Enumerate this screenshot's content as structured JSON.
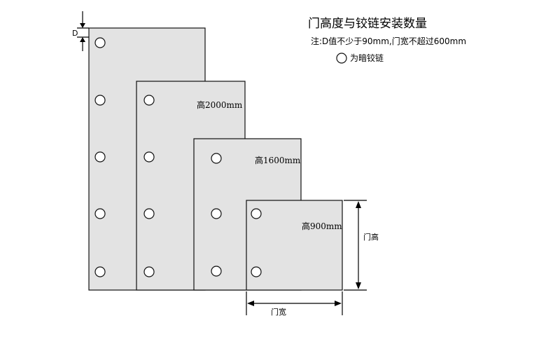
{
  "title": "门高度与铰链安装数量",
  "note": "注:D值不少于90mm,门宽不超过600mm",
  "legend": {
    "icon": "circle-icon",
    "label": "为暗铰链"
  },
  "dimension_d": "D",
  "doors": [
    {
      "label": "",
      "hinges": 5
    },
    {
      "label": "高2000mm",
      "hinges": 4
    },
    {
      "label": "高1600mm",
      "hinges": 3
    },
    {
      "label": "高900mm",
      "hinges": 2
    }
  ],
  "dimensions": {
    "door_height": "门高",
    "door_width": "门宽"
  }
}
